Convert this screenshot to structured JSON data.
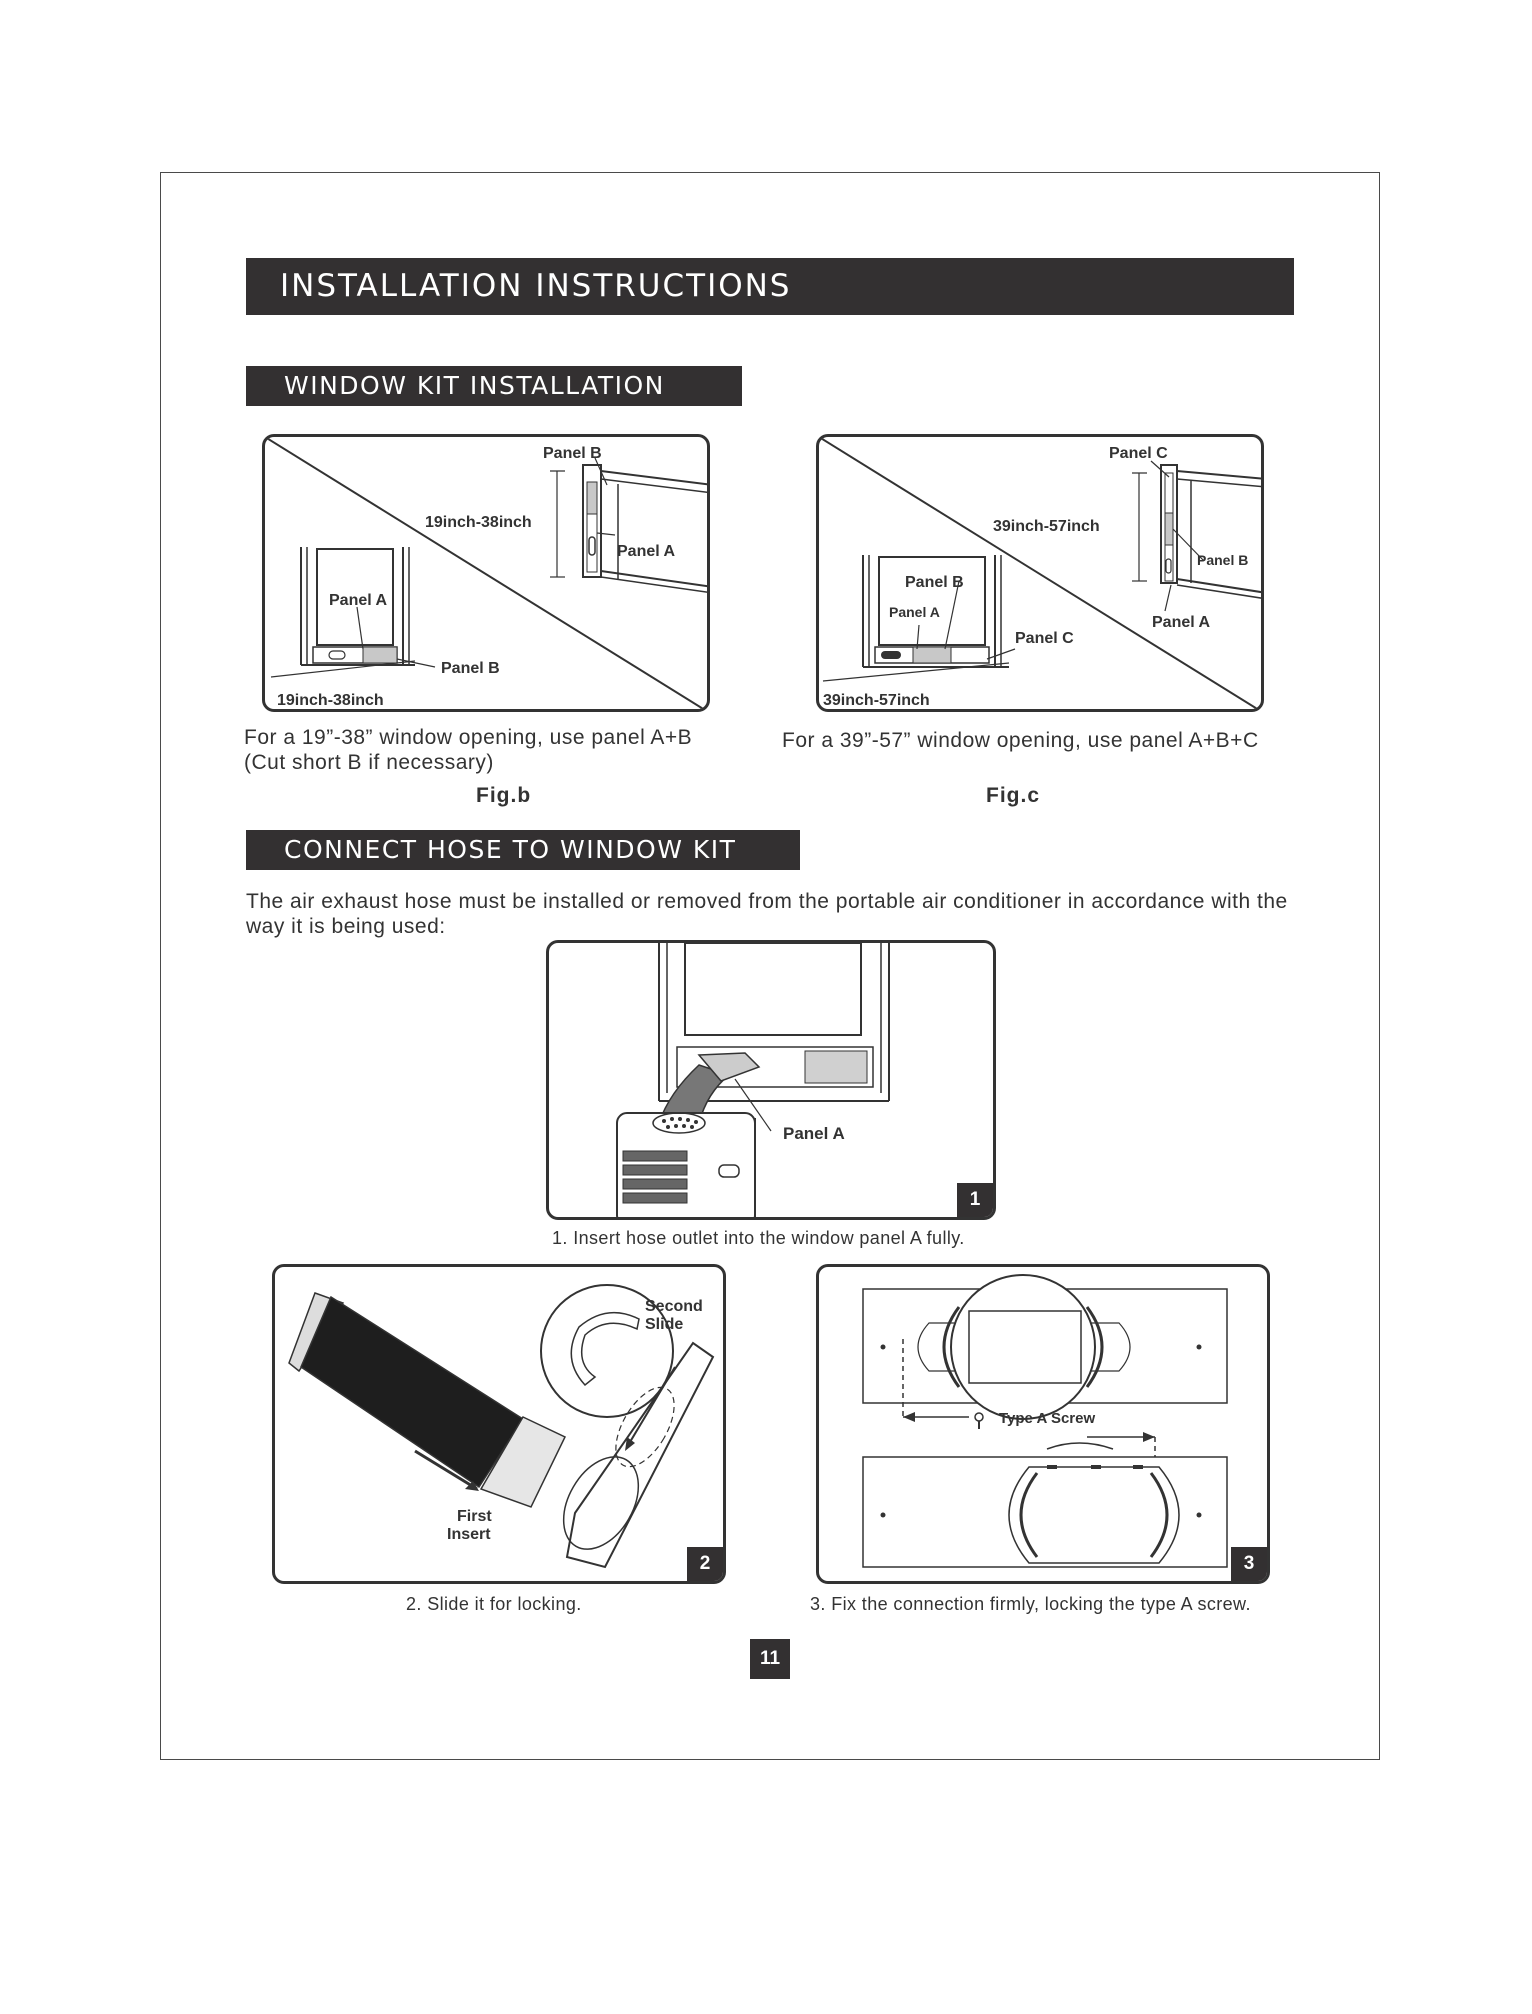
{
  "main_title": "INSTALLATION INSTRUCTIONS",
  "section_window_kit": "WINDOW KIT INSTALLATION",
  "section_connect_hose": "CONNECT HOSE TO WINDOW KIT",
  "fig_b": {
    "labels": {
      "panel_b_top": "Panel B",
      "panel_a_right": "Panel A",
      "size_vertical": "19inch-38inch",
      "panel_a_left": "Panel A",
      "panel_b_bottom": "Panel B",
      "size_horizontal": "19inch-38inch"
    },
    "caption_line1": "For a 19”-38” window opening, use panel A+B",
    "caption_line2": "(Cut short B if necessary)",
    "fig_label": "Fig.b"
  },
  "fig_c": {
    "labels": {
      "panel_c_top": "Panel C",
      "size_vertical": "39inch-57inch",
      "panel_b_right": "Panel B",
      "panel_a_right": "Panel A",
      "panel_b_left": "Panel B",
      "panel_a_left": "Panel A",
      "panel_c_bottom": "Panel C",
      "size_horizontal": "39inch-57inch"
    },
    "caption": "For a 39”-57” window opening, use panel A+B+C",
    "fig_label": "Fig.c"
  },
  "hose_intro": "The air exhaust hose must be installed or removed from the portable air conditioner in accordance with the way it is being used:",
  "step1": {
    "badge": "1",
    "label_panel_a": "Panel A",
    "caption": "1. Insert hose outlet into the window panel A fully."
  },
  "step2": {
    "badge": "2",
    "label_second_slide_1": "Second",
    "label_second_slide_2": "Slide",
    "label_first_insert_1": "First",
    "label_first_insert_2": "Insert",
    "caption": "2. Slide it for locking."
  },
  "step3": {
    "badge": "3",
    "label_screw": "Type A Screw",
    "caption": "3. Fix the connection firmly, locking the type A screw."
  },
  "page_number": "11"
}
